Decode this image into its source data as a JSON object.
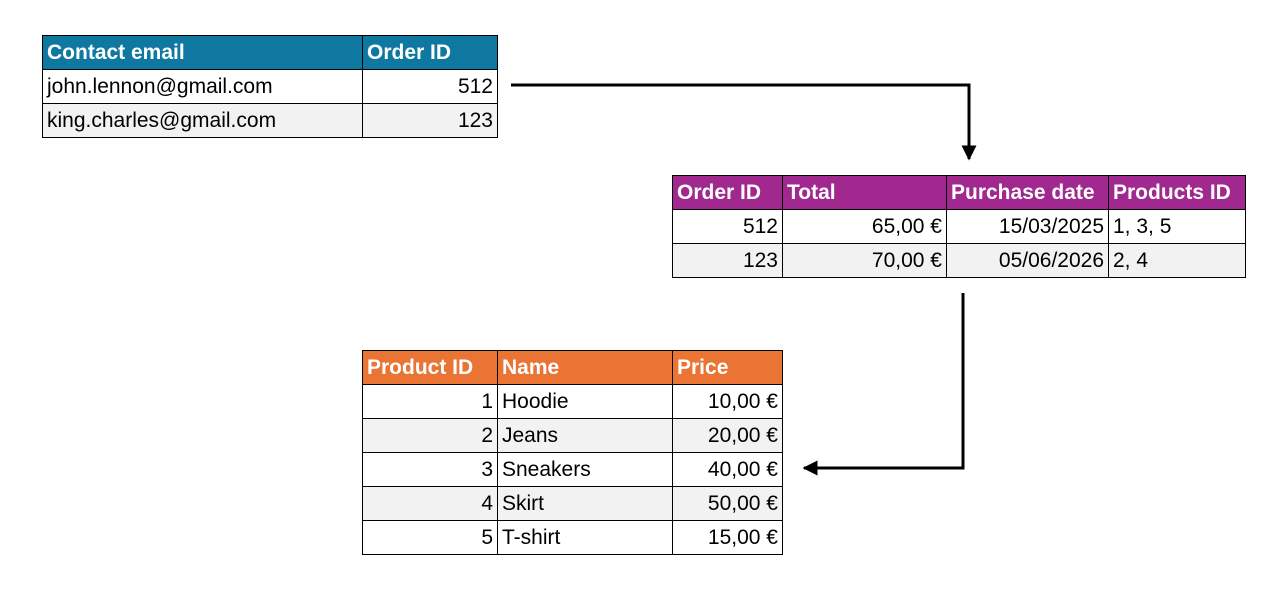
{
  "colors": {
    "contacts_header": "#0e78a0",
    "orders_header": "#a1288f",
    "products_header": "#e97433",
    "alt_row": "#f2f2f2",
    "arrow": "#000000"
  },
  "contacts": {
    "headers": [
      "Contact email",
      "Order ID"
    ],
    "rows": [
      [
        "john.lennon@gmail.com",
        "512"
      ],
      [
        "king.charles@gmail.com",
        "123"
      ]
    ]
  },
  "orders": {
    "headers": [
      "Order ID",
      "Total",
      "Purchase date",
      "Products ID"
    ],
    "rows": [
      [
        "512",
        "65,00 €",
        "15/03/2025",
        "1, 3, 5"
      ],
      [
        "123",
        "70,00 €",
        "05/06/2026",
        "2, 4"
      ]
    ]
  },
  "products": {
    "headers": [
      "Product ID",
      "Name",
      "Price"
    ],
    "rows": [
      [
        "1",
        "Hoodie",
        "10,00 €"
      ],
      [
        "2",
        "Jeans",
        "20,00 €"
      ],
      [
        "3",
        "Sneakers",
        "40,00 €"
      ],
      [
        "4",
        "Skirt",
        "50,00 €"
      ],
      [
        "5",
        "T-shirt",
        "15,00 €"
      ]
    ]
  }
}
